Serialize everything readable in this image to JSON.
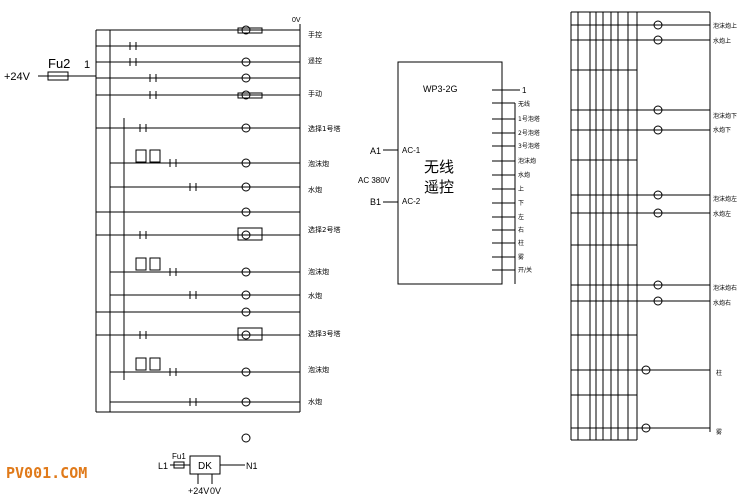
{
  "left_panel": {
    "supply_voltage": "+24V",
    "fuse_label": "Fu2",
    "node_label": "1",
    "top_label": "0V",
    "rows": [
      "手控",
      "遥控",
      "手动",
      "选择1号塔",
      "泡沫炮",
      "水炮",
      "选择2号塔",
      "泡沫炮",
      "水炮",
      "选择3号塔",
      "泡沫炮",
      "水炮"
    ]
  },
  "power_module": {
    "line_in": "L1",
    "fuse_label": "Fu1",
    "module_label": "DK",
    "neutral": "N1",
    "dc_out": "+24V",
    "dc_zero": "0V"
  },
  "receiver": {
    "model": "WP3-2G",
    "title_line1": "无线",
    "title_line2": "遥控",
    "input_a": "A1",
    "input_b": "B1",
    "ac1": "AC-1",
    "ac2": "AC-2",
    "supply": "AC 380V",
    "common": "1",
    "outputs": [
      "无线",
      "1号泡塔",
      "2号泡塔",
      "3号泡塔",
      "泡沫炮",
      "水炮",
      "上",
      "下",
      "左",
      "右",
      "柱",
      "雾",
      "开/关"
    ]
  },
  "right_panel": {
    "labels": [
      "泡沫炮上",
      "水炮上",
      "泡沫炮下",
      "水炮下",
      "泡沫炮左",
      "水炮左",
      "泡沫炮右",
      "水炮右",
      "柱",
      "雾"
    ]
  },
  "watermark": "PV001.COM"
}
